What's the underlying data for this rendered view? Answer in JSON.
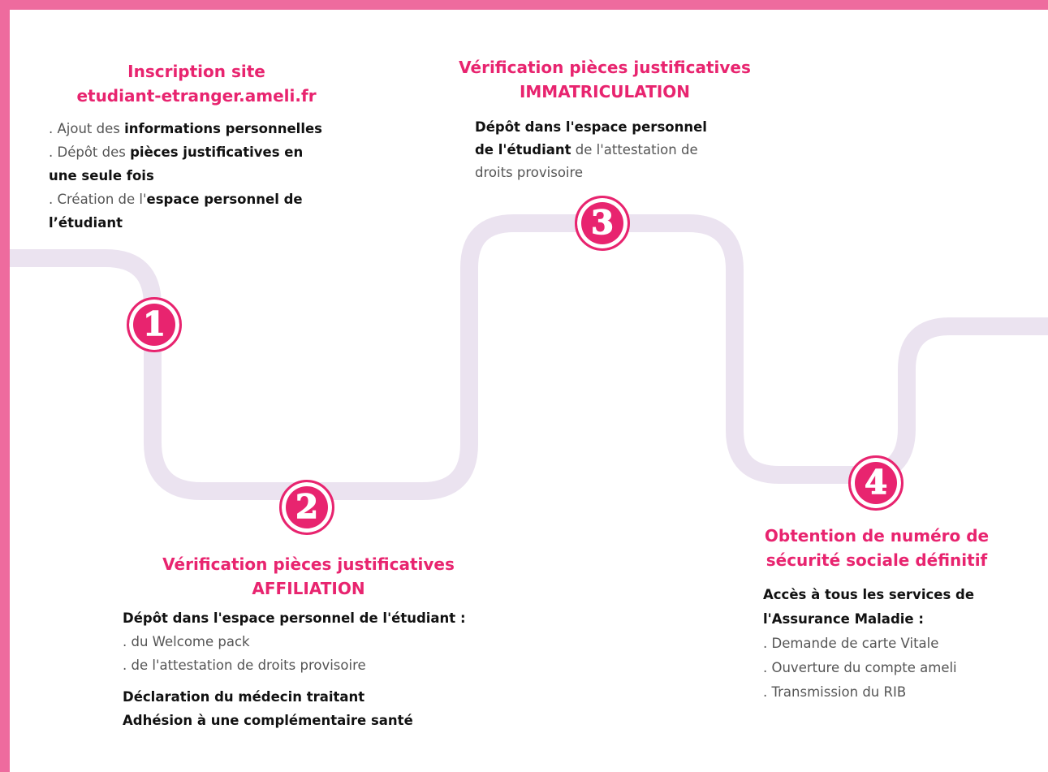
{
  "colors": {
    "accent": "#e8246f",
    "frame": "#ee6b9e",
    "path": "#ebe3f0"
  },
  "steps": [
    {
      "number": "1",
      "title": [
        "Inscription site",
        "etudiant-etranger.ameli.fr"
      ],
      "items": [
        {
          "prefix": ". Ajout des ",
          "bold": "informations personnelles",
          "suffix": ""
        },
        {
          "prefix": ". Dépôt des ",
          "bold": "pièces justificatives en",
          "suffix": ""
        },
        {
          "prefix": "",
          "bold": "une seule fois",
          "suffix": ""
        },
        {
          "prefix": ". Création de l'",
          "bold": "espace personnel de",
          "suffix": ""
        },
        {
          "prefix": "",
          "bold": "l’étudiant",
          "suffix": ""
        }
      ]
    },
    {
      "number": "2",
      "title": [
        "Vérification pièces justificatives",
        "AFFILIATION"
      ],
      "intro": "Dépôt dans l'espace personnel de l'étudiant :",
      "items": [
        ". du Welcome pack",
        ". de l'attestation de droits provisoire"
      ],
      "extras": [
        "Déclaration du médecin traitant",
        "Adhésion à une complémentaire santé"
      ]
    },
    {
      "number": "3",
      "title": [
        "Vérification pièces justificatives",
        "IMMATRICULATION"
      ],
      "lines": [
        {
          "bold": "Dépôt dans l'espace personnel",
          "normal": ""
        },
        {
          "bold": "de l'étudiant",
          "normal": " de l'attestation de"
        },
        {
          "bold": "",
          "normal": "droits provisoire"
        }
      ]
    },
    {
      "number": "4",
      "title": [
        "Obtention de numéro de",
        "sécurité sociale définitif"
      ],
      "intro": [
        "Accès à tous les services de",
        "l'Assurance Maladie :"
      ],
      "items": [
        ". Demande de carte Vitale",
        ". Ouverture du compte ameli",
        ". Transmission du RIB"
      ]
    }
  ]
}
